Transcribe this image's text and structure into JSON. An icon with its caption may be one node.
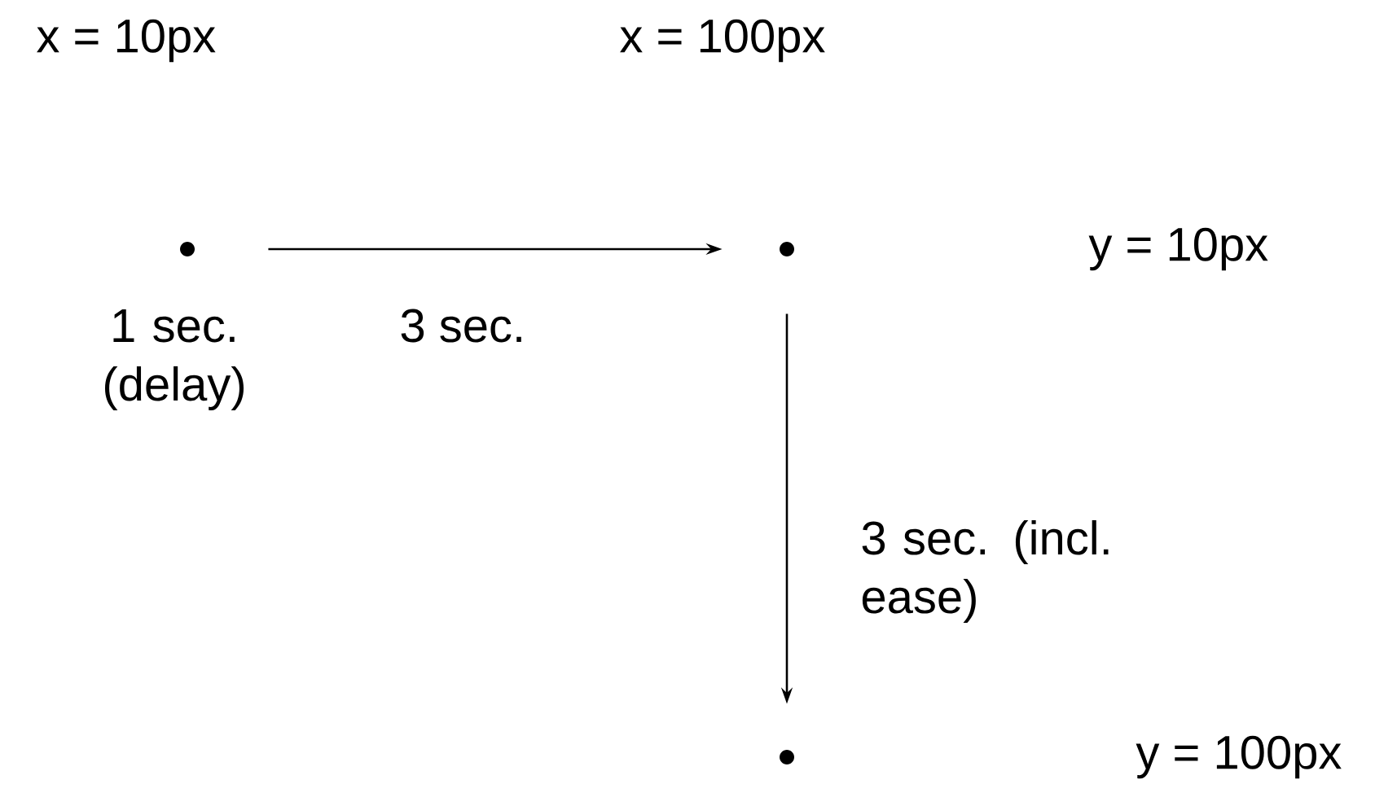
{
  "diagram": {
    "nodes": [
      {
        "text": [],
        "shape": "circle",
        "beside": [
          "1 sec. (delay)"
        ]
      },
      {
        "text": [],
        "shape": "circle"
      },
      {
        "text": [],
        "shape": "circle"
      }
    ],
    "edges": [
      {
        "from": 0,
        "to": 1,
        "arrow": "to",
        "label": "3 sec."
      },
      {
        "from": 1,
        "to": 2,
        "arrow": "to",
        "label": "3 sec. (incl. ease)"
      }
    ],
    "labels": [
      "x = 10px",
      "x = 100px",
      "y = 10px",
      "y = 100px"
    ]
  }
}
